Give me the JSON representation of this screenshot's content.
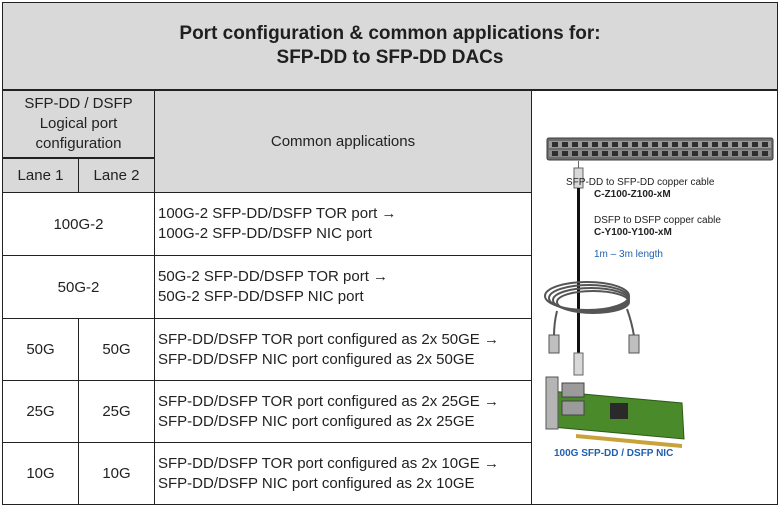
{
  "title": {
    "line1": "Port configuration & common applications for:",
    "line2": "SFP-DD to SFP-DD DACs"
  },
  "headers": {
    "logical_port": [
      "SFP-DD / DSFP",
      "Logical port",
      "configuration"
    ],
    "lane1": "Lane 1",
    "lane2": "Lane 2",
    "common_applications": "Common applications"
  },
  "rows": [
    {
      "merged": "100G-2",
      "app": [
        "100G-2 SFP-DD/DSFP TOR port →",
        "100G-2 SFP-DD/DSFP NIC port"
      ]
    },
    {
      "merged": "50G-2",
      "app": [
        "50G-2 SFP-DD/DSFP TOR port →",
        "50G-2 SFP-DD/DSFP NIC port"
      ]
    },
    {
      "lane1": "50G",
      "lane2": "50G",
      "app": [
        "SFP-DD/DSFP TOR port configured as 2x 50GE →",
        "SFP-DD/DSFP NIC port configured as 2x 50GE"
      ]
    },
    {
      "lane1": "25G",
      "lane2": "25G",
      "app": [
        "SFP-DD/DSFP TOR port configured as 2x 25GE →",
        "SFP-DD/DSFP NIC port configured as 2x 25GE"
      ]
    },
    {
      "lane1": "10G",
      "lane2": "10G",
      "app": [
        "SFP-DD/DSFP TOR port configured as 2x 10GE →",
        "SFP-DD/DSFP NIC port configured as 2x 10GE"
      ]
    }
  ],
  "image_captions": {
    "cable1_desc": "SFP-DD to SFP-DD copper cable",
    "cable1_part": "C-Z100-Z100-xM",
    "cable2_desc": "DSFP to DSFP copper cable",
    "cable2_part": "C-Y100-Y100-xM",
    "length": "1m – 3m length",
    "nic": "100G SFP-DD / DSFP  NIC"
  },
  "colors": {
    "header_fill": "#d9d9d9",
    "caption_blue": "#1f5fae",
    "nic_green": "#4a8a2a"
  }
}
